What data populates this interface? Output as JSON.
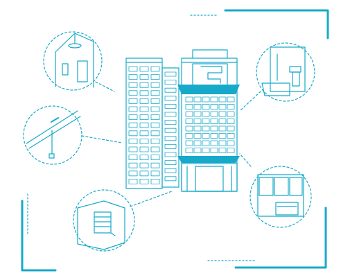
{
  "colors": {
    "accent": "#16a9c9",
    "background": "#ffffff"
  },
  "illustration": {
    "subject": "apartment-building",
    "callouts": [
      {
        "name": "ceiling-light-callout",
        "icon": "ceiling-lamp-icon"
      },
      {
        "name": "cable-trunking-callout",
        "icon": "wire-icon"
      },
      {
        "name": "window-callout",
        "icon": "window-icon"
      },
      {
        "name": "bathroom-callout",
        "icon": "bathtub-icon"
      },
      {
        "name": "kitchen-callout",
        "icon": "kitchen-icon"
      }
    ]
  }
}
